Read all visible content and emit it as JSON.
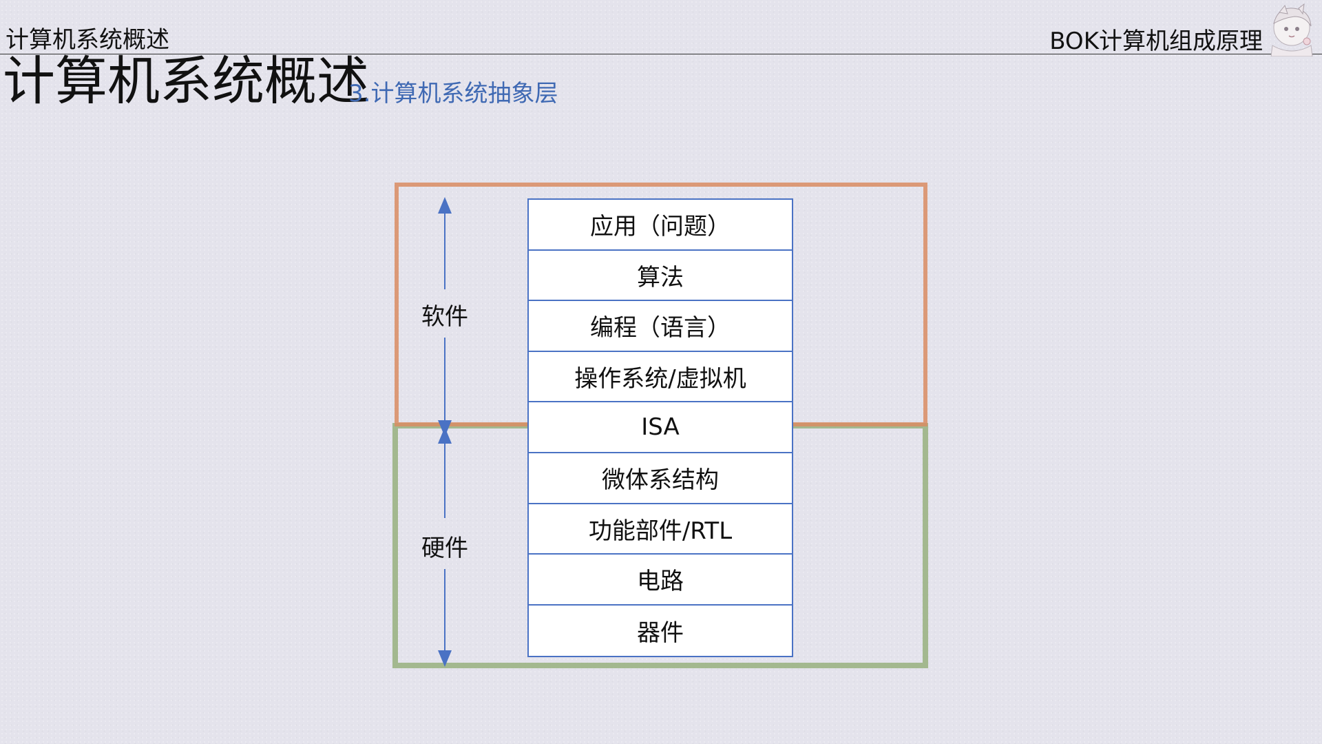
{
  "header": {
    "left_title": "计算机系统概述",
    "right_title": "BOK计算机组成原理"
  },
  "page": {
    "title": "计算机系统概述",
    "subtitle": "3.计算机系统抽象层"
  },
  "diagram": {
    "layers": [
      "应用（问题）",
      "算法",
      "编程（语言）",
      "操作系统/虚拟机",
      "ISA",
      "微体系结构",
      "功能部件/RTL",
      "电路",
      "器件"
    ],
    "groups": {
      "software": {
        "label": "软件",
        "color": "#d98c63"
      },
      "hardware": {
        "label": "硬件",
        "color": "#98b07f"
      }
    },
    "arrow_color": "#4a72c4"
  }
}
